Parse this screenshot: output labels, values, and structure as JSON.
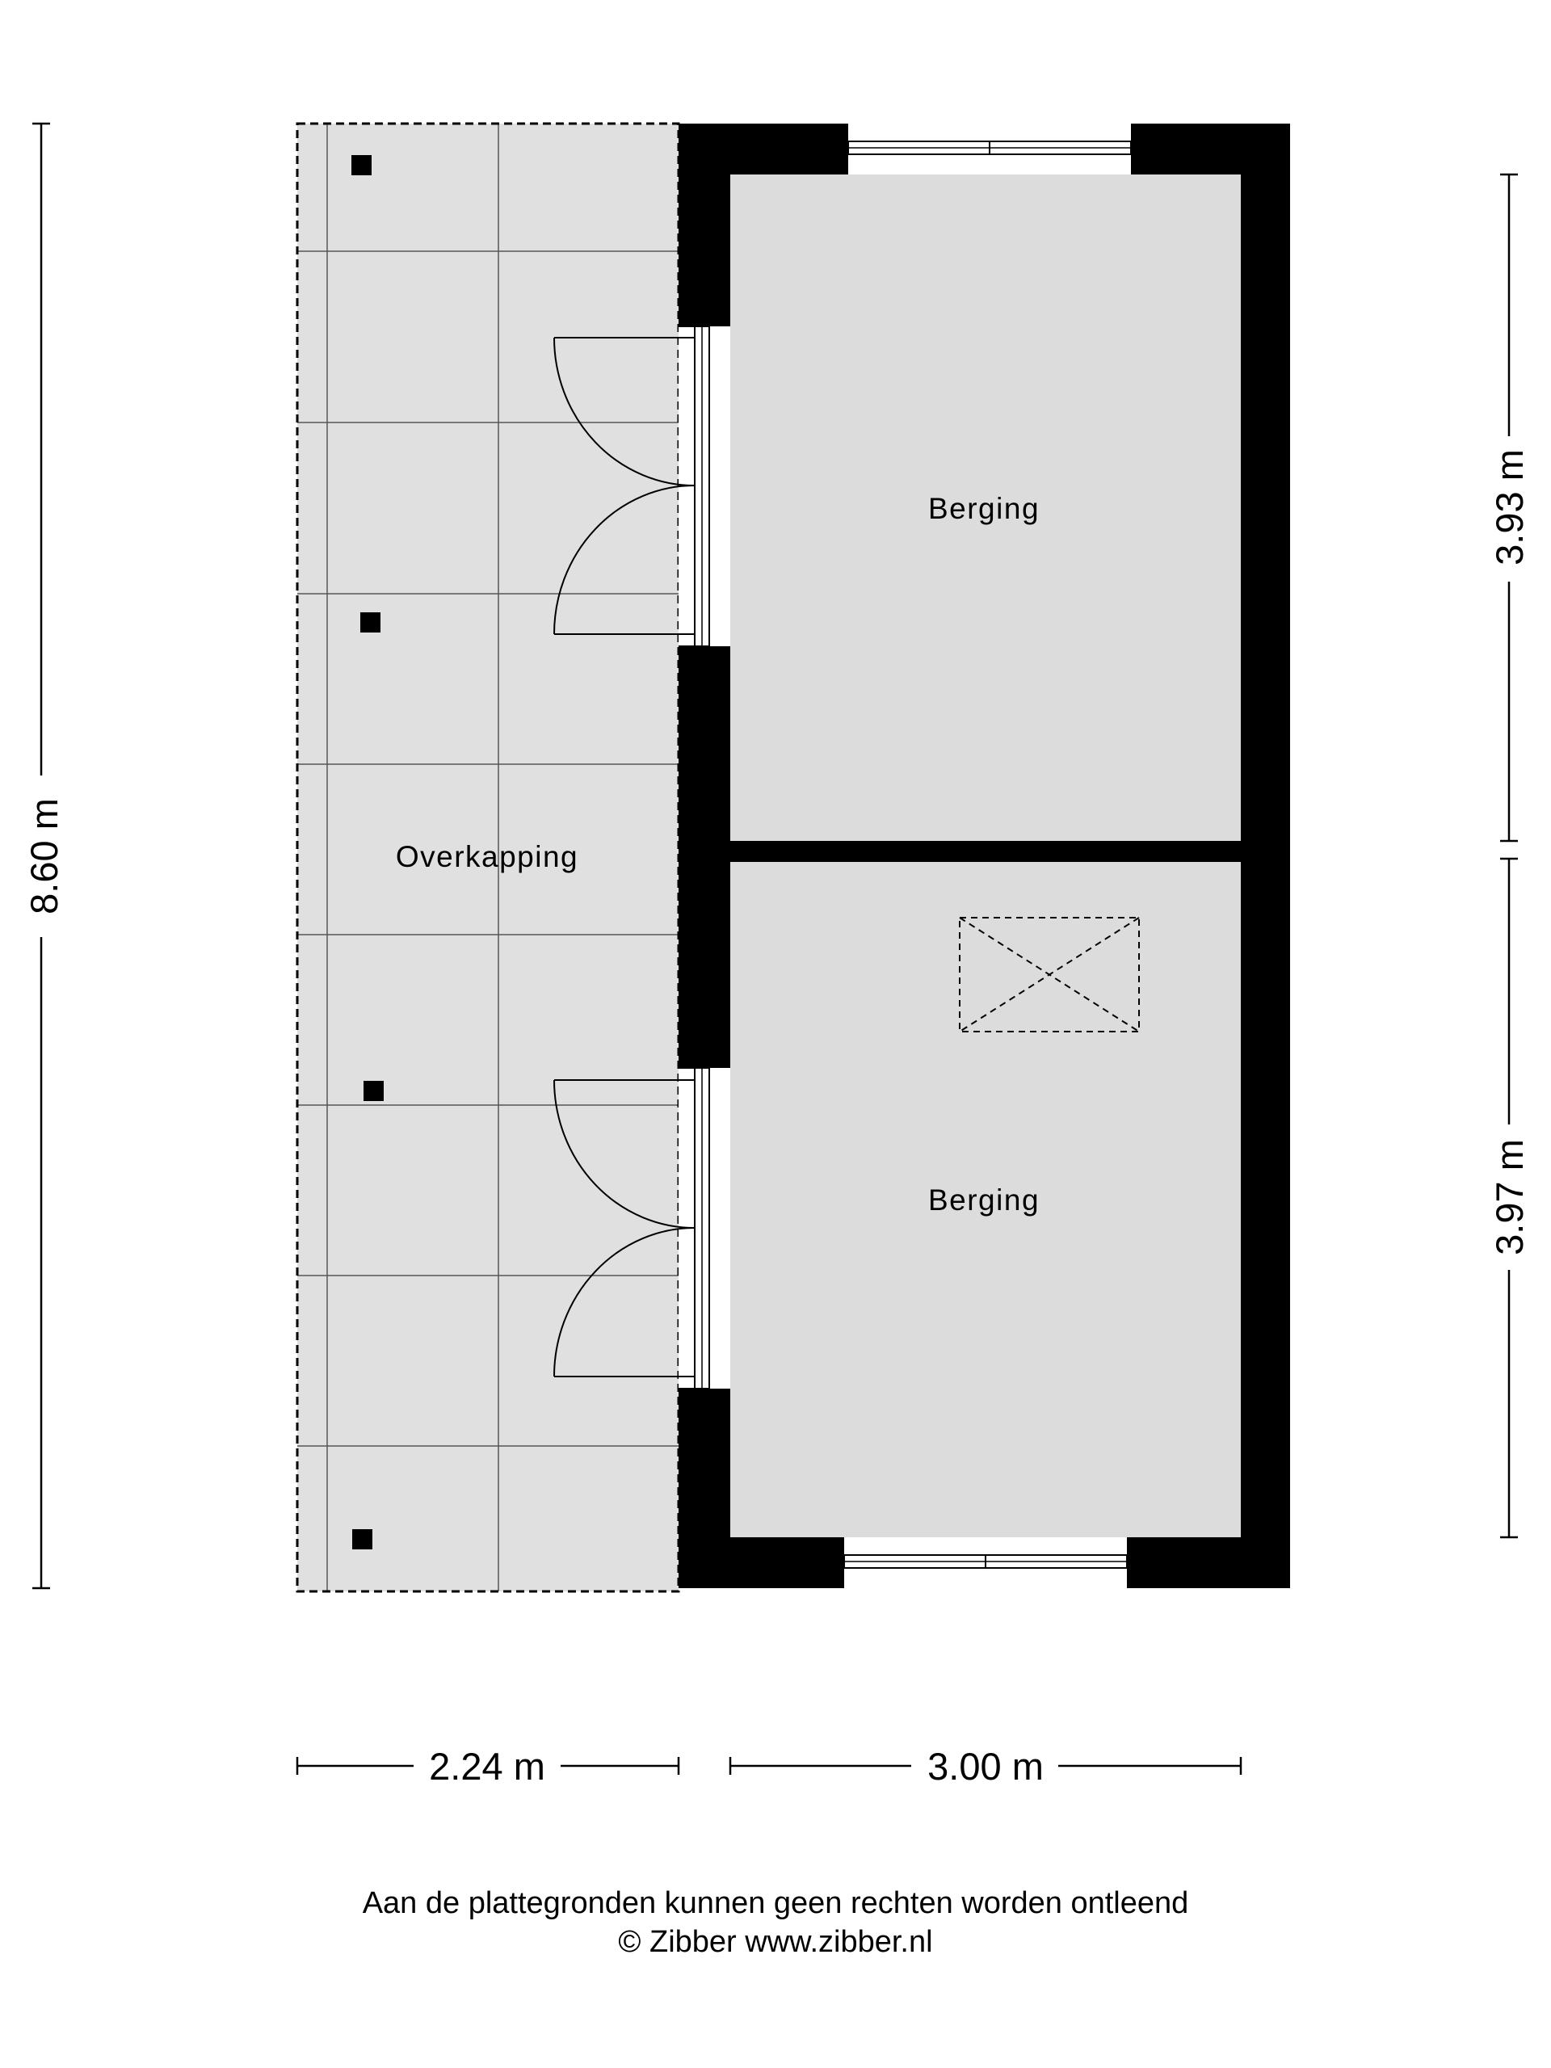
{
  "rooms": {
    "storage_top": "Berging",
    "storage_bottom": "Berging",
    "canopy": "Overkapping"
  },
  "dimensions": {
    "total_height": "8.60 m",
    "top_room_height": "3.93 m",
    "bottom_room_height": "3.97 m",
    "canopy_width": "2.24 m",
    "building_width": "3.00 m"
  },
  "footer": {
    "disclaimer": "Aan de plattegronden kunnen geen rechten worden ontleend",
    "credit": "© Zibber www.zibber.nl"
  },
  "colors": {
    "wall": "#000000",
    "floor": "#dcdcdc",
    "canopy_floor": "#e0e0e0"
  }
}
